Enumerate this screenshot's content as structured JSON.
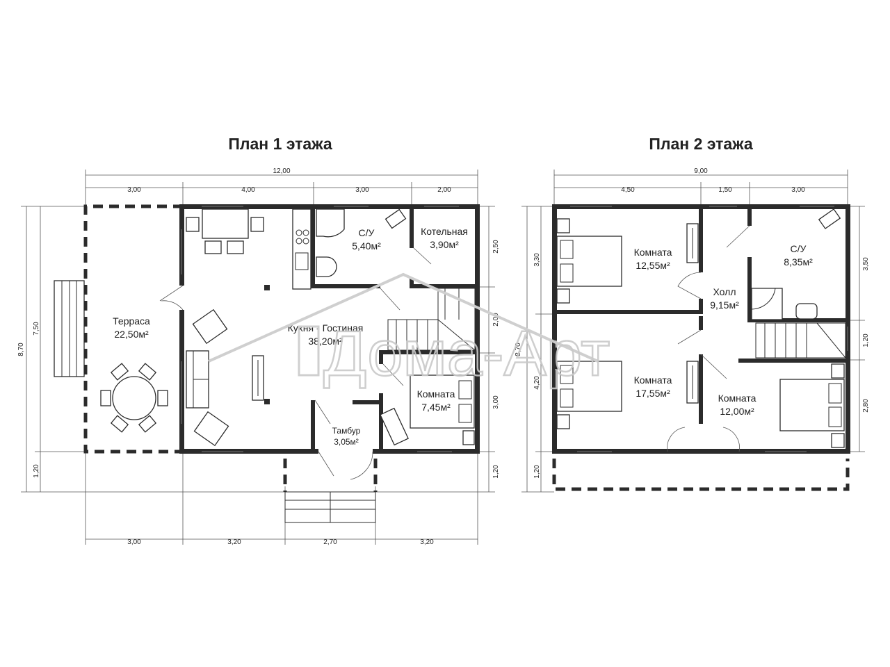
{
  "titles": {
    "floor1": "План 1 этажа",
    "floor2": "План 2 этажа"
  },
  "watermark": "Дома-Арт",
  "floor1_rooms": {
    "terrace": {
      "name": "Терраса",
      "area": "22,50м²"
    },
    "kitchen": {
      "name": "Кухня - Гостиная",
      "area": "38,20м²"
    },
    "bath": {
      "name": "С/У",
      "area": "5,40м²"
    },
    "boiler": {
      "name": "Котельная",
      "area": "3,90м²"
    },
    "room": {
      "name": "Комната",
      "area": "7,45м²"
    },
    "vestibule": {
      "name": "Тамбур",
      "area": "3,05м²"
    }
  },
  "floor2_rooms": {
    "room1": {
      "name": "Комната",
      "area": "12,55м²"
    },
    "bath": {
      "name": "С/У",
      "area": "8,35м²"
    },
    "hall": {
      "name": "Холл",
      "area": "9,15м²"
    },
    "room2": {
      "name": "Комната",
      "area": "17,55м²"
    },
    "room3": {
      "name": "Комната",
      "area": "12,00м²"
    }
  },
  "floor1_dims": {
    "top_total": "12,00",
    "top_segments": [
      "3,00",
      "4,00",
      "3,00",
      "2,00"
    ],
    "bottom_segments": [
      "3,00",
      "3,20",
      "2,70",
      "3,20"
    ],
    "left_total": "8,70",
    "left_inner": "7,50",
    "left_porch": "1,20",
    "right_segments": [
      "2,50",
      "2,00",
      "3,00",
      "1,20"
    ]
  },
  "floor2_dims": {
    "top_total": "9,00",
    "top_segments": [
      "4,50",
      "1,50",
      "3,00"
    ],
    "left_segments": [
      "3,30",
      "4,20",
      "1,20"
    ],
    "left_total": "8,70",
    "right_segments": [
      "3,50",
      "1,20",
      "2,80"
    ]
  }
}
